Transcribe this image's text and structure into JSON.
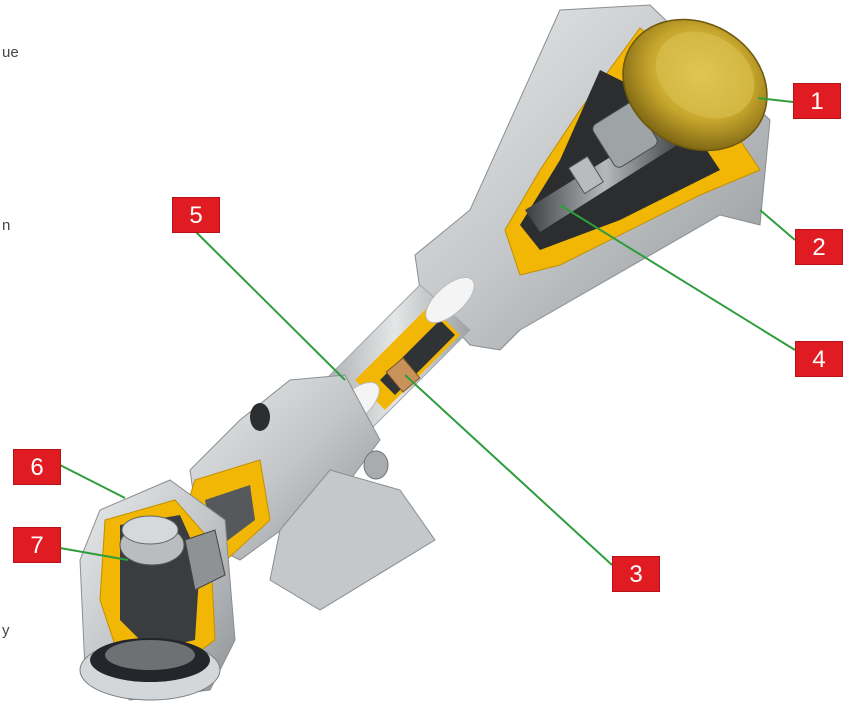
{
  "colors": {
    "callout_background": "#e11b22",
    "callout_text": "#ffffff",
    "leader_line": "#2e9e3c",
    "aluminium": "#c9ccce",
    "cutaway_fill": "#f2b705",
    "brass_cap": "#c6a52c"
  },
  "edge_text": {
    "fragment_1": "ue",
    "fragment_2": "n",
    "fragment_3": "y"
  },
  "callouts": [
    {
      "id": "1",
      "label": "1"
    },
    {
      "id": "2",
      "label": "2"
    },
    {
      "id": "3",
      "label": "3"
    },
    {
      "id": "4",
      "label": "4"
    },
    {
      "id": "5",
      "label": "5"
    },
    {
      "id": "6",
      "label": "6"
    },
    {
      "id": "7",
      "label": "7"
    }
  ]
}
